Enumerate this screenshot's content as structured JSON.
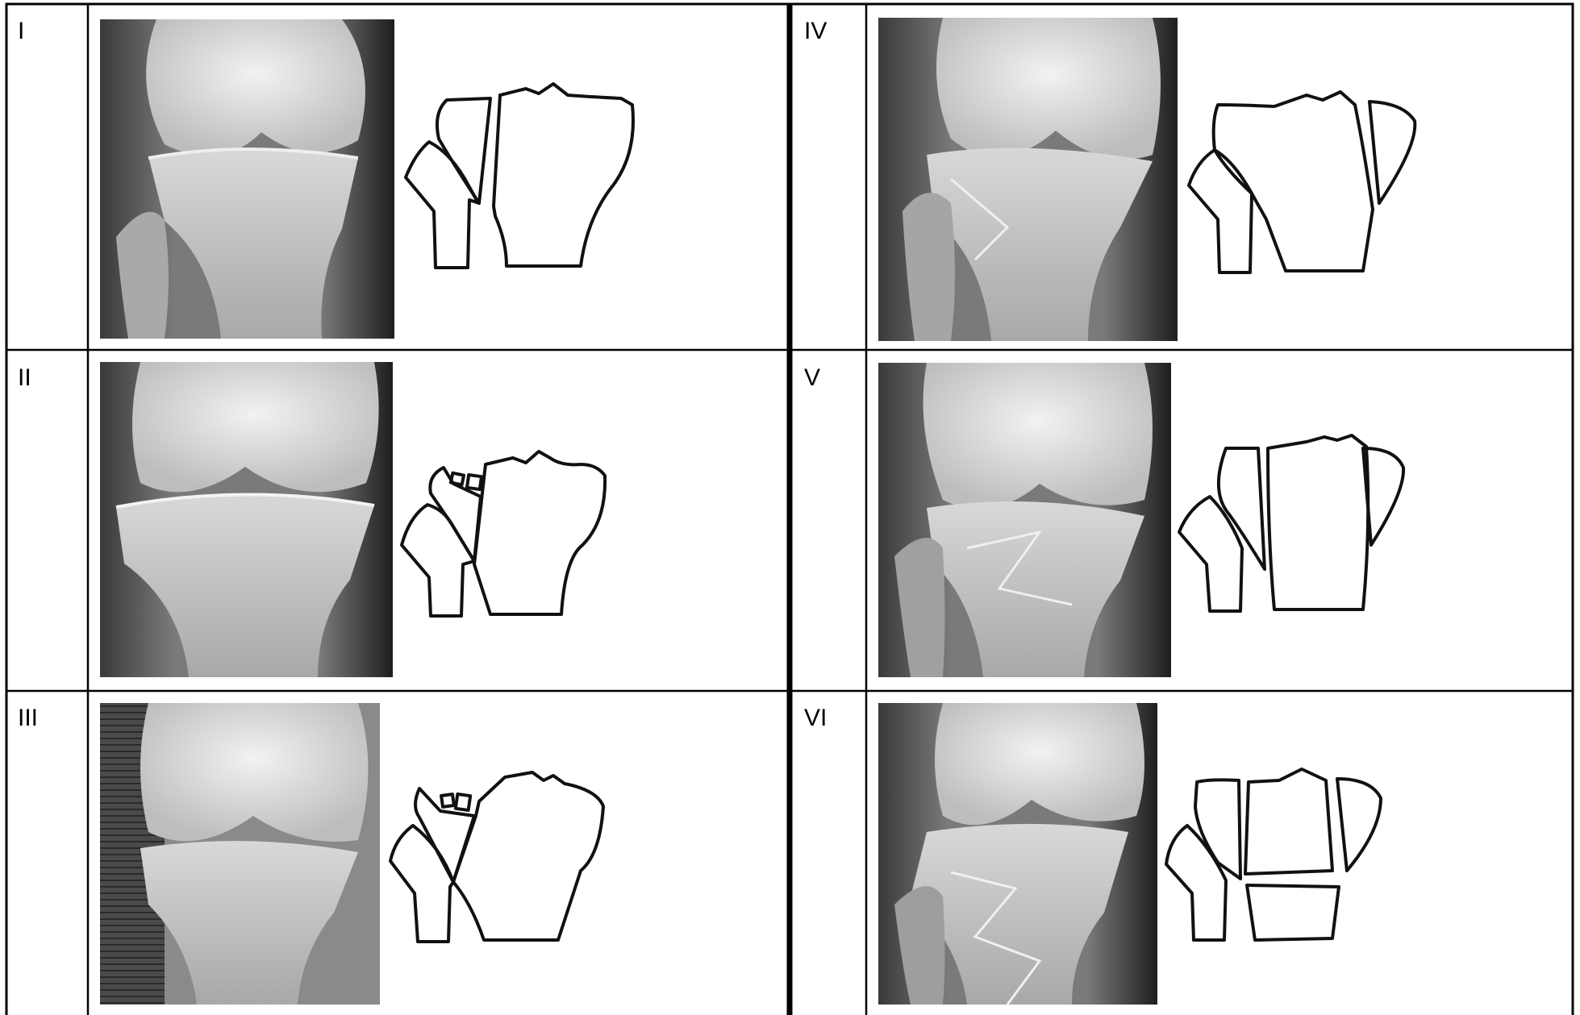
{
  "rows": [
    {
      "left": {
        "label": "I",
        "type": 1
      },
      "right": {
        "label": "IV",
        "type": 4
      }
    },
    {
      "left": {
        "label": "II",
        "type": 2
      },
      "right": {
        "label": "V",
        "type": 5
      }
    },
    {
      "left": {
        "label": "III",
        "type": 3
      },
      "right": {
        "label": "VI",
        "type": 6
      }
    }
  ],
  "colors": {
    "grid": "#000000",
    "outline": "#111111",
    "xray_bone": "#d9d9d9",
    "xray_dark": "#1e1e1e"
  }
}
